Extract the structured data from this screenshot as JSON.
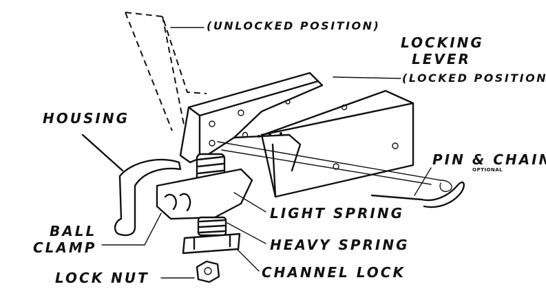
{
  "labels": {
    "unlocked_position": "(UNLOCKED POSITION)",
    "locking_lever_line1": "LOCKING",
    "locking_lever_line2": "LEVER",
    "locked_position": "(LOCKED POSITION)",
    "housing": "HOUSING",
    "pin_chain": "PIN & CHAIN",
    "optional": "OPTIONAL",
    "light_spring": "LIGHT SPRING",
    "ball_clamp_line1": "BALL",
    "ball_clamp_line2": "CLAMP",
    "heavy_spring": "HEAVY SPRING",
    "channel_lock": "CHANNEL LOCK",
    "lock_nut": "LOCK NUT"
  }
}
